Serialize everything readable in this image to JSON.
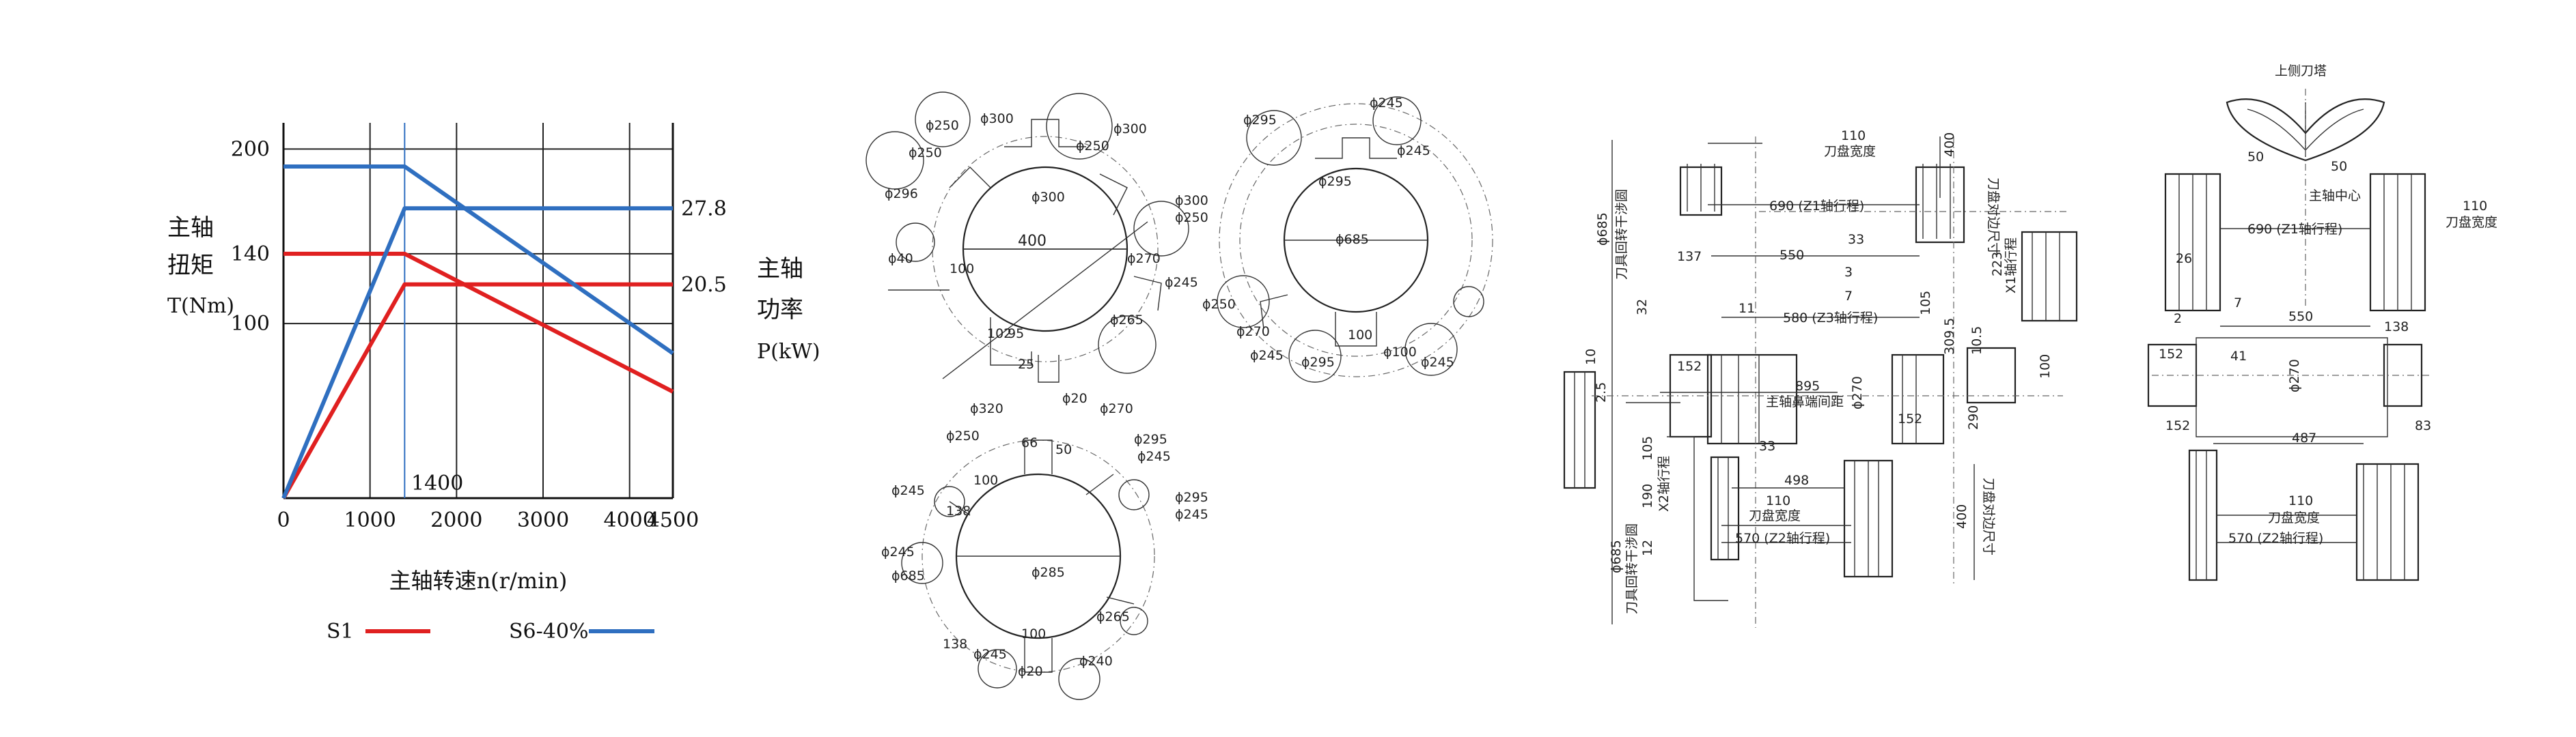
{
  "chart_data": {
    "type": "line",
    "xlabel": "主轴转速n(r/min)",
    "ylabel_left": [
      "主轴",
      "扭矩",
      "T(Nm)"
    ],
    "ylabel_right": [
      "主轴",
      "功率",
      "P(kW)"
    ],
    "x_ticks": [
      "0",
      "1000",
      "2000",
      "3000",
      "4000",
      "4500"
    ],
    "y_ticks": [
      "100",
      "140",
      "200"
    ],
    "right_ticks": [
      "27.8",
      "20.5"
    ],
    "knee_label": "1400",
    "xlim": [
      0,
      4500
    ],
    "grid": true,
    "legend": "bottom",
    "series": [
      {
        "name": "S1",
        "color": "#e02020",
        "kind": "torque",
        "points": [
          [
            0,
            140
          ],
          [
            1400,
            140
          ],
          [
            4500,
            61
          ]
        ]
      },
      {
        "name": "S1",
        "color": "#e02020",
        "kind": "power",
        "points": [
          [
            0,
            0
          ],
          [
            1400,
            20.5
          ],
          [
            4500,
            20.5
          ]
        ]
      },
      {
        "name": "S6-40%",
        "color": "#2f6fc0",
        "kind": "torque",
        "points": [
          [
            0,
            190
          ],
          [
            1400,
            190
          ],
          [
            4500,
            83
          ]
        ]
      },
      {
        "name": "S6-40%",
        "color": "#2f6fc0",
        "kind": "power",
        "points": [
          [
            0,
            0
          ],
          [
            1400,
            27.8
          ],
          [
            4500,
            27.8
          ]
        ]
      }
    ],
    "legend_entries": [
      {
        "name": "S1",
        "color": "#e02020"
      },
      {
        "name": "S6-40%",
        "color": "#2f6fc0"
      }
    ]
  },
  "turret_top_left": {
    "labels": [
      "ϕ250",
      "ϕ300",
      "ϕ250",
      "ϕ300",
      "ϕ250",
      "ϕ300",
      "ϕ296",
      "ϕ300",
      "ϕ250",
      "ϕ40",
      "100",
      "400",
      "ϕ270",
      "ϕ245",
      "ϕ265",
      "102",
      "95",
      "25"
    ]
  },
  "turret_top_right": {
    "labels": [
      "ϕ295",
      "ϕ245",
      "ϕ245",
      "ϕ685",
      "ϕ295",
      "ϕ270",
      "ϕ250",
      "ϕ245",
      "ϕ295",
      "100",
      "ϕ100",
      "ϕ245"
    ]
  },
  "turret_bottom": {
    "labels": [
      "ϕ320",
      "ϕ20",
      "ϕ270",
      "ϕ250",
      "66",
      "50",
      "ϕ295",
      "ϕ245",
      "ϕ245",
      "100",
      "ϕ295",
      "138",
      "ϕ245",
      "ϕ245",
      "ϕ685",
      "ϕ285",
      "ϕ265",
      "138",
      "100",
      "ϕ245",
      "ϕ20",
      "ϕ240"
    ]
  },
  "elevation_left": {
    "labels": [
      "110",
      "刀盘宽度",
      "400",
      "刀盘对边尺寸",
      "ϕ685",
      "刀具回转干涉圆",
      "690 (Z1轴行程)",
      "33",
      "137",
      "550",
      "3",
      "7",
      "223",
      "X1轴行程",
      "32",
      "11",
      "580 (Z3轴行程)",
      "105",
      "10",
      "152",
      "895",
      "主轴鼻端间距",
      "ϕ270",
      "309.5",
      "10.5",
      "100",
      "2.5",
      "152",
      "290",
      "105",
      "33",
      "498",
      "190",
      "X2轴行程",
      "110",
      "刀盘宽度",
      "ϕ685",
      "刀具回转干涉圆",
      "570 (Z2轴行程)",
      "400",
      "刀盘对边尺寸",
      "12"
    ]
  },
  "elevation_right": {
    "labels": [
      "上侧刀塔",
      "50",
      "50",
      "主轴中心",
      "110",
      "刀盘宽度",
      "690 (Z1轴行程)",
      "26",
      "7",
      "2",
      "550",
      "138",
      "41",
      "ϕ270",
      "152",
      "152",
      "487",
      "83",
      "110",
      "刀盘宽度",
      "570 (Z2轴行程)"
    ]
  }
}
